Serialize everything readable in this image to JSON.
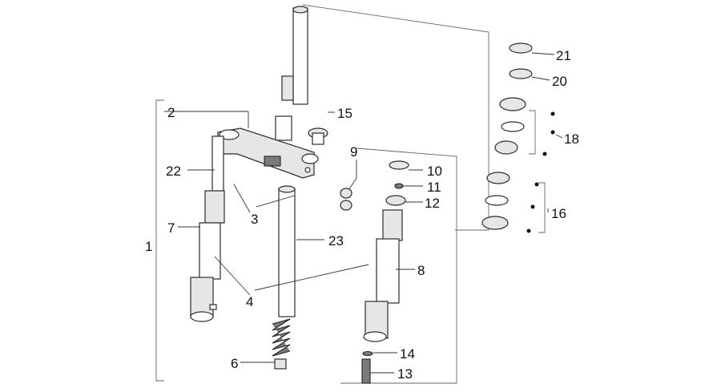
{
  "callouts": {
    "c1": "1",
    "c2": "2",
    "c3": "3",
    "c4": "4",
    "c6": "6",
    "c7": "7",
    "c8": "8",
    "c9": "9",
    "c10": "10",
    "c11": "11",
    "c12": "12",
    "c13": "13",
    "c14": "14",
    "c15": "15",
    "c16": "16",
    "c18": "18",
    "c20": "20",
    "c21": "21",
    "c22": "22",
    "c23": "23"
  }
}
